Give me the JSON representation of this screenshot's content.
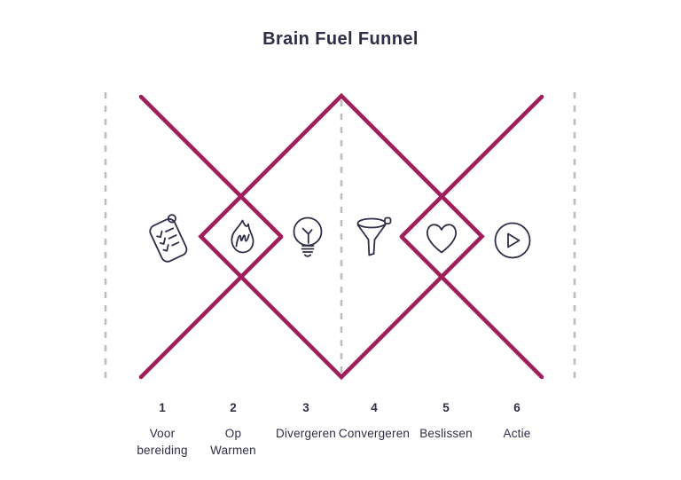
{
  "title": "Brain Fuel Funnel",
  "colors": {
    "accent": "#A01F5B",
    "ink": "#2E2E46",
    "separator": "#BDBDBD",
    "bg": "#FFFFFF"
  },
  "diagram": {
    "type": "double-diamond-funnel",
    "separator_lines_x": [
      119,
      385,
      648
    ],
    "icons": [
      "checklist-icon",
      "flame-icon",
      "lightbulb-icon",
      "funnel-icon",
      "heart-icon",
      "play-icon"
    ]
  },
  "stages": [
    {
      "number": "1",
      "name": "Voor\nbereiding",
      "icon": "checklist-icon"
    },
    {
      "number": "2",
      "name": "Op\nWarmen",
      "icon": "flame-icon"
    },
    {
      "number": "3",
      "name": "Divergeren",
      "icon": "lightbulb-icon"
    },
    {
      "number": "4",
      "name": "Convergeren",
      "icon": "funnel-icon"
    },
    {
      "number": "5",
      "name": "Beslissen",
      "icon": "heart-icon"
    },
    {
      "number": "6",
      "name": "Actie",
      "icon": "play-icon"
    }
  ]
}
